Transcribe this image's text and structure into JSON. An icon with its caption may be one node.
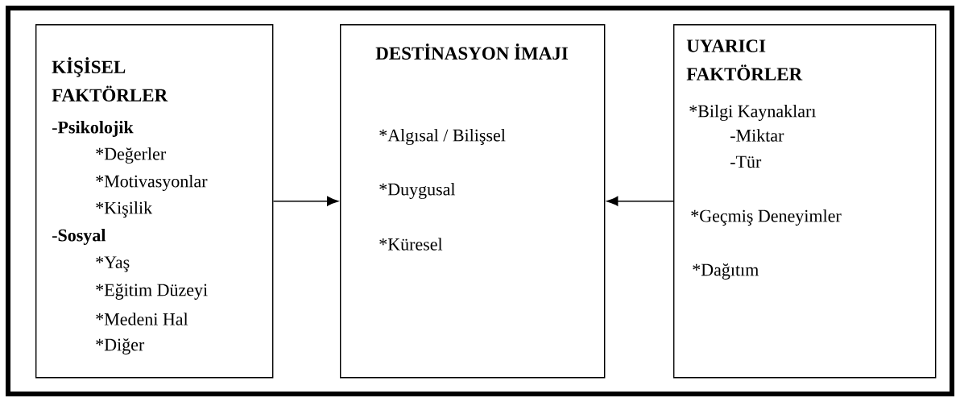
{
  "diagram": {
    "nodes": [
      {
        "text": [
          "KİŞİSEL FAKTÖRLER",
          "-**Psikolojik**",
          "*Değerler",
          "*Motivasyonlar",
          "*Kişilik",
          "-**Sosyal**",
          "*Yaş",
          "*Eğitim Düzeyi",
          "*Medeni Hal",
          "*Diğer"
        ]
      },
      {
        "text": [
          "DESTİNASYON İMAJI",
          "*Algısal / Bilişsel",
          "*Duygusal",
          "*Küresel"
        ]
      },
      {
        "text": [
          "UYARICI FAKTÖRLER",
          "*Bilgi Kaynakları",
          "-Miktar",
          "-Tür",
          "*Geçmiş Deneyimler",
          "*Dağıtım"
        ]
      }
    ],
    "edges": [
      {
        "from": 0,
        "to": 1,
        "arrow": "to"
      },
      {
        "from": 2,
        "to": 1,
        "arrow": "to"
      }
    ]
  }
}
